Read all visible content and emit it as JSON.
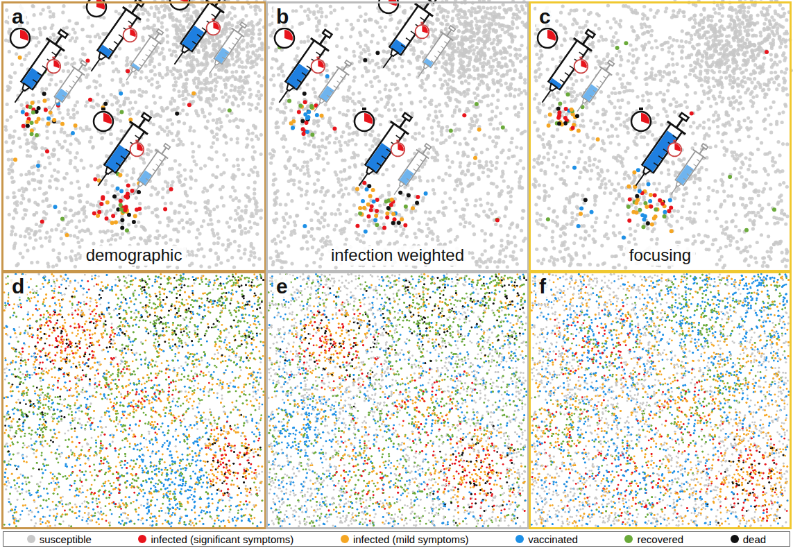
{
  "diagram": {
    "nodes": [
      {
        "text": [
          "a",
          "demographic"
        ]
      },
      {
        "text": [
          "b",
          "infection weighted"
        ]
      },
      {
        "text": [
          "c",
          "focusing"
        ]
      },
      {
        "text": [
          "d"
        ]
      },
      {
        "text": [
          "e"
        ]
      },
      {
        "text": [
          "f"
        ]
      }
    ],
    "legend": [
      {
        "text": "susceptible",
        "color": "#c8c8c8"
      },
      {
        "text": "infected (significant symptoms)",
        "color": "#e8141c"
      },
      {
        "text": "infected (mild symptoms)",
        "color": "#f5a623"
      },
      {
        "text": "vaccinated",
        "color": "#1e90e6"
      },
      {
        "text": "recovered",
        "color": "#6aaa3a"
      },
      {
        "text": "dead",
        "color": "#111111"
      }
    ]
  }
}
